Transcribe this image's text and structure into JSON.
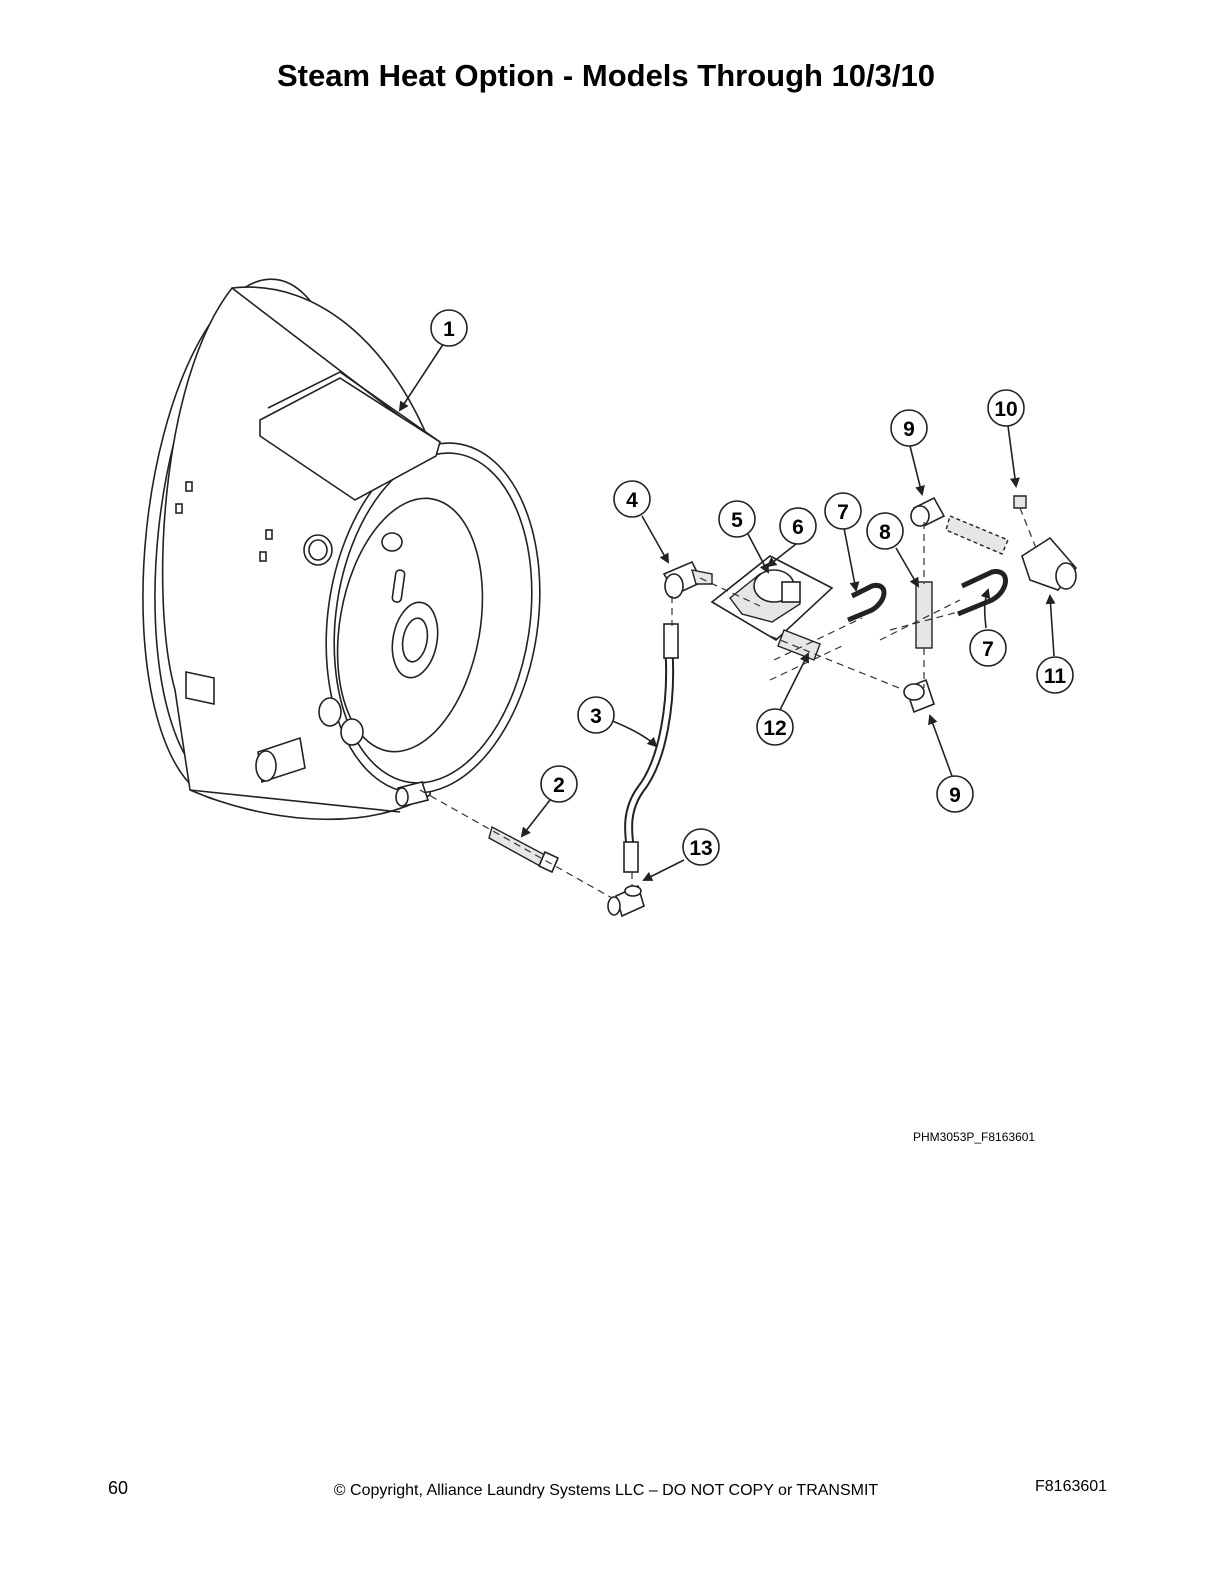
{
  "page": {
    "title": "Steam Heat Option - Models Through 10/3/10",
    "figure_code": "PHM3053P_F8163601",
    "page_number": "60",
    "copyright": "© Copyright, Alliance Laundry Systems LLC – DO NOT COPY or TRANSMIT",
    "document_number": "F8163601"
  },
  "callouts": [
    {
      "label": "1"
    },
    {
      "label": "2"
    },
    {
      "label": "3"
    },
    {
      "label": "4"
    },
    {
      "label": "5"
    },
    {
      "label": "6"
    },
    {
      "label": "7"
    },
    {
      "label": "7"
    },
    {
      "label": "8"
    },
    {
      "label": "9"
    },
    {
      "label": "9"
    },
    {
      "label": "10"
    },
    {
      "label": "11"
    },
    {
      "label": "12"
    },
    {
      "label": "13"
    }
  ]
}
